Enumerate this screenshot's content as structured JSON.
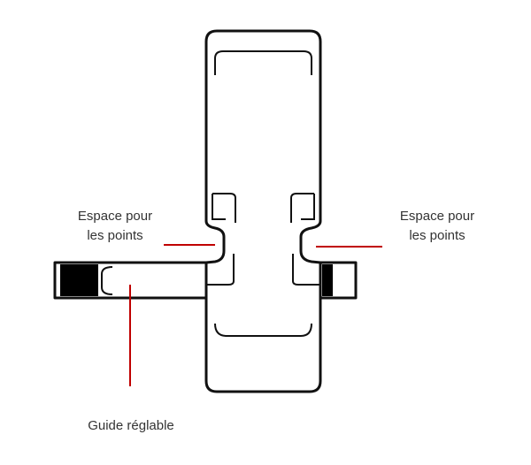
{
  "labels": {
    "left_space": [
      "Espace pour",
      "les points"
    ],
    "right_space": [
      "Espace pour",
      "les points"
    ],
    "guide": "Guide réglable"
  },
  "colors": {
    "outline": "#111111",
    "leader": "#c00000",
    "text": "#333333"
  }
}
